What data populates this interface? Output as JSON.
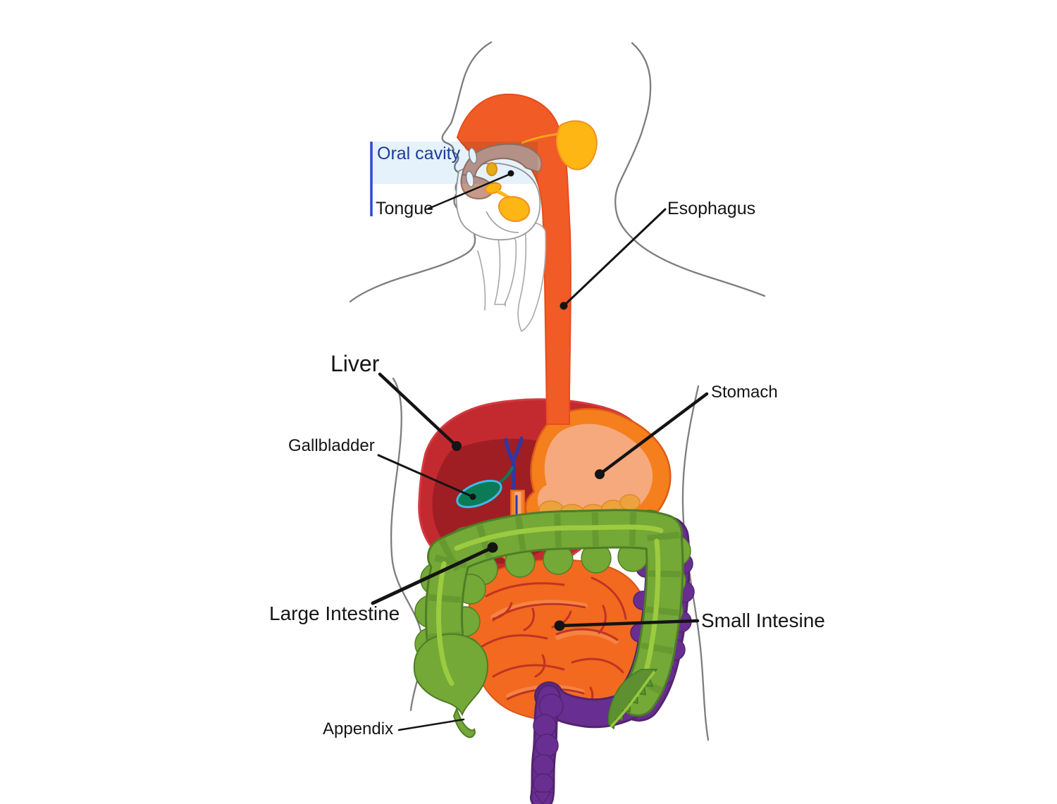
{
  "diagram": {
    "labels": {
      "oral_cavity": "Oral cavity",
      "tongue": "Tongue",
      "esophagus": "Esophagus",
      "liver": "Liver",
      "gallbladder": "Gallbladder",
      "stomach": "Stomach",
      "large_intestine": "Large Intestine",
      "small_intestine": "Small Intesine",
      "appendix": "Appendix"
    },
    "colors": {
      "body_outline": "#7D7D7D",
      "highlight_band": "#D8EAF8",
      "highlight_bar": "#2B4BD0",
      "label_navy": "#1C3D99",
      "esophagus_orange": "#F15B25",
      "stomach_wall": "#F57E1D",
      "stomach_salmon": "#F5A97D",
      "liver_red": "#C32A30",
      "liver_dark": "#9E1E24",
      "gallbladder_teal": "#0C7B55",
      "gallbladder_outline": "#3FB9E9",
      "duct_blue": "#2D38A8",
      "salivary_yellow": "#FDB614",
      "tongue_brown": "#C79A89",
      "pancreas_lime": "#9DC93D",
      "pancreas_orange": "#EEA23E",
      "colon_green": "#74A837",
      "colon_green_dark": "#4F7D26",
      "colon_stripe": "#9CCB40",
      "small_intestine_orange": "#F2691F",
      "small_intestine_line": "#BE3423",
      "colon_purple": "#692E91",
      "leader_black": "#141414"
    }
  }
}
